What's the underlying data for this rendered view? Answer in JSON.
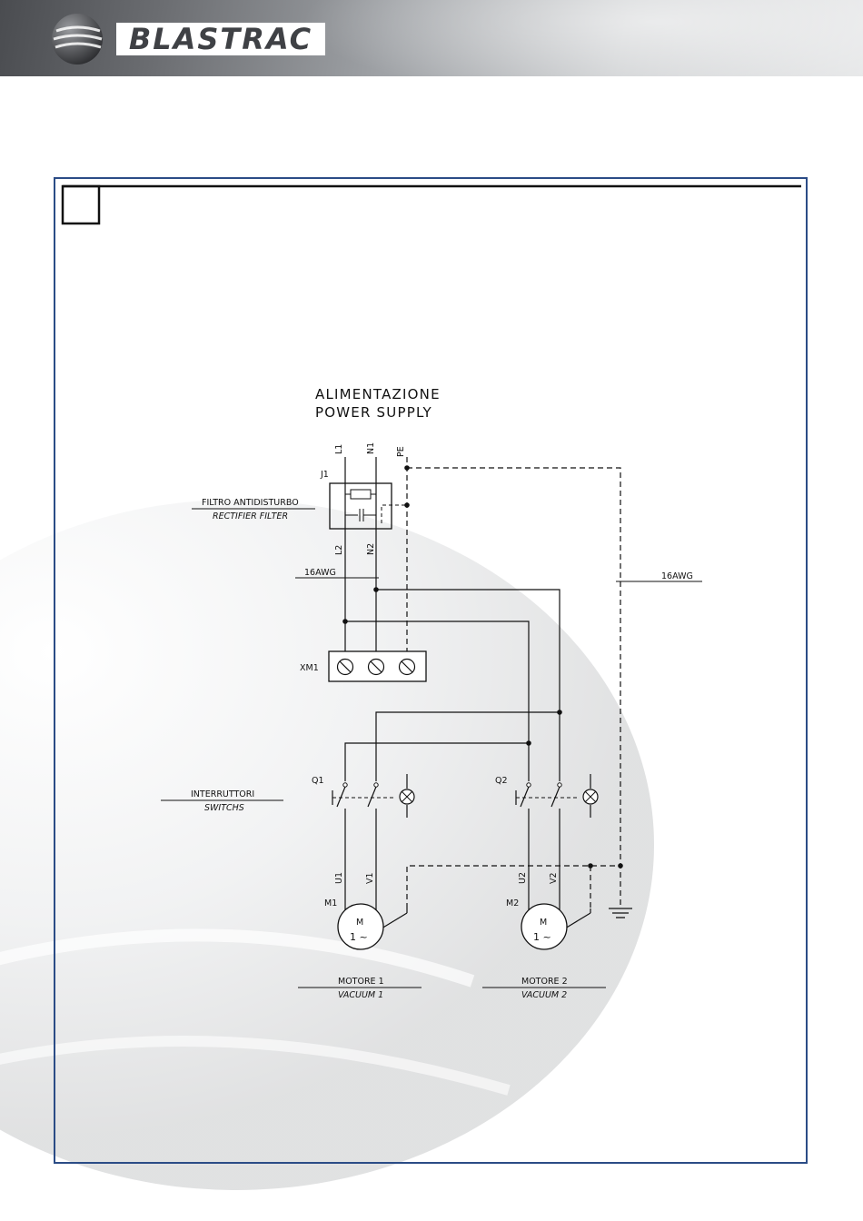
{
  "brand": {
    "name": "BLASTRAC"
  },
  "diagram": {
    "supply": {
      "line1": "ALIMENTAZIONE",
      "line2": "POWER SUPPLY"
    },
    "terminals": {
      "l1": "L1",
      "n1": "N1",
      "pe": "PE",
      "l2": "L2",
      "n2": "N2",
      "u1": "U1",
      "v1": "V1",
      "u2": "U2",
      "v2": "V2"
    },
    "filter": {
      "ref": "J1",
      "label_it": "FILTRO ANTIDISTURBO",
      "label_en": "RECTIFIER FILTER"
    },
    "wire_gauge_left": "16AWG",
    "wire_gauge_right": "16AWG",
    "terminal_block": "XM1",
    "switches": {
      "label_it": "INTERRUTTORI",
      "label_en": "SWITCHS",
      "q1": "Q1",
      "q2": "Q2"
    },
    "motor1": {
      "ref": "M1",
      "symbol_top": "M",
      "symbol_bottom": "1 ~",
      "label_it": "MOTORE 1",
      "label_en": "VACUUM 1"
    },
    "motor2": {
      "ref": "M2",
      "symbol_top": "M",
      "symbol_bottom": "1 ~",
      "label_it": "MOTORE 2",
      "label_en": "VACUUM 2"
    }
  },
  "colors": {
    "frame": "#2b4c86",
    "line": "#111111"
  }
}
